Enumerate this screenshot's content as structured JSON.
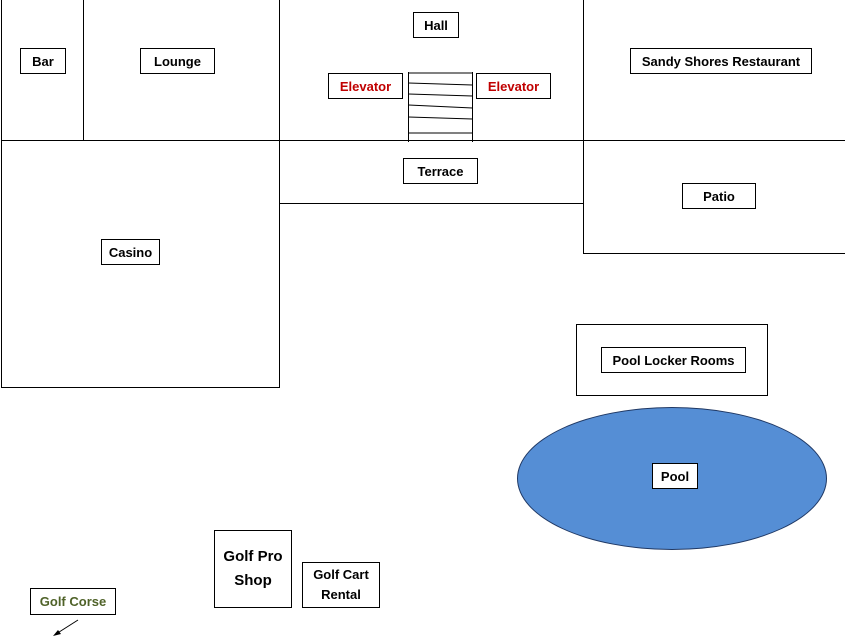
{
  "rooms": {
    "bar": "Bar",
    "lounge": "Lounge",
    "hall": "Hall",
    "elevator_left": "Elevator",
    "elevator_right": "Elevator",
    "restaurant": "Sandy Shores Restaurant",
    "terrace": "Terrace",
    "patio": "Patio",
    "casino": "Casino",
    "pool_locker_rooms": "Pool Locker Rooms",
    "pool": "Pool",
    "golf_pro_shop": "Golf Pro Shop",
    "golf_cart_rental": "Golf Cart Rental",
    "golf_course": "Golf Corse"
  },
  "colors": {
    "pool_fill": "#558ed5",
    "elevator_text": "#c00000",
    "golf_course_text": "#4f6228"
  },
  "icons": {
    "stairs": "stairs-icon",
    "direction_arrow": "arrow-down-left-icon"
  }
}
